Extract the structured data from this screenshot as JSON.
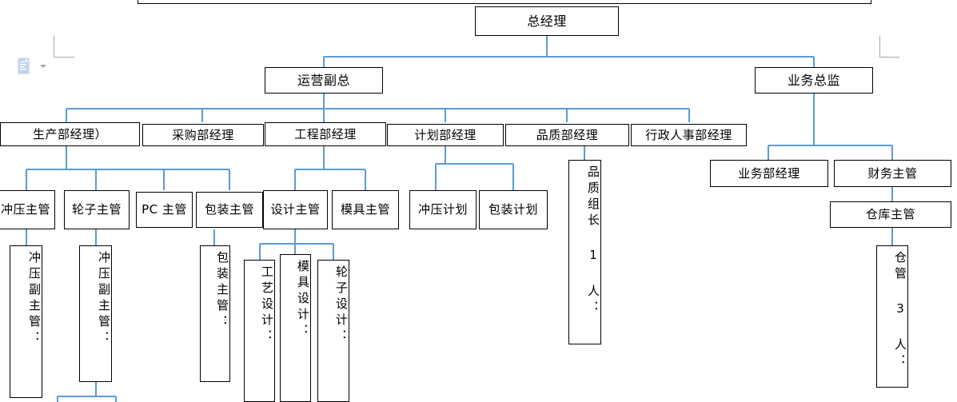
{
  "document": {
    "type": "organization-chart",
    "app": "word-document-canvas",
    "connector_color": "#5B9BD5",
    "box_border_color": "#000000",
    "background": "#FFFFFF",
    "margin_mark_color": "#A6A6A6"
  },
  "paste_options": {
    "icon": "paste-options-icon",
    "caret": "chevron-down-icon"
  },
  "nodes": {
    "top_clipped_container": "",
    "general_manager": "总经理",
    "operations_vp": "运营副总",
    "business_director": "业务总监",
    "production_manager": "生产部经理）",
    "purchasing_manager": "采购部经理",
    "engineering_manager": "工程部经理",
    "planning_manager": "计划部经理",
    "quality_manager": "品质部经理",
    "admin_hr_manager": "行政人事部经理",
    "business_dept_manager": "业务部经理",
    "finance_supervisor": "财务主管",
    "warehouse_supervisor": "仓库主管",
    "stamping_supervisor": "冲压主管",
    "wheel_supervisor": "轮子主管",
    "pc_supervisor": "PC 主管",
    "packaging_supervisor": "包装主管",
    "design_supervisor": "设计主管",
    "mold_supervisor": "模具主管",
    "stamping_plan": "冲压计划",
    "packaging_plan": "包装计划",
    "quality_leader": "品质组长 1 人：",
    "stamping_deputy_1": "冲压副主管：",
    "stamping_deputy_2": "冲压副主管：",
    "packaging_deputy": "包装主管：",
    "process_design": "工艺设计：",
    "mold_design": "模具设计：",
    "wheel_design": "轮子设计：",
    "warehouse_keeper": "仓管 3 人："
  }
}
